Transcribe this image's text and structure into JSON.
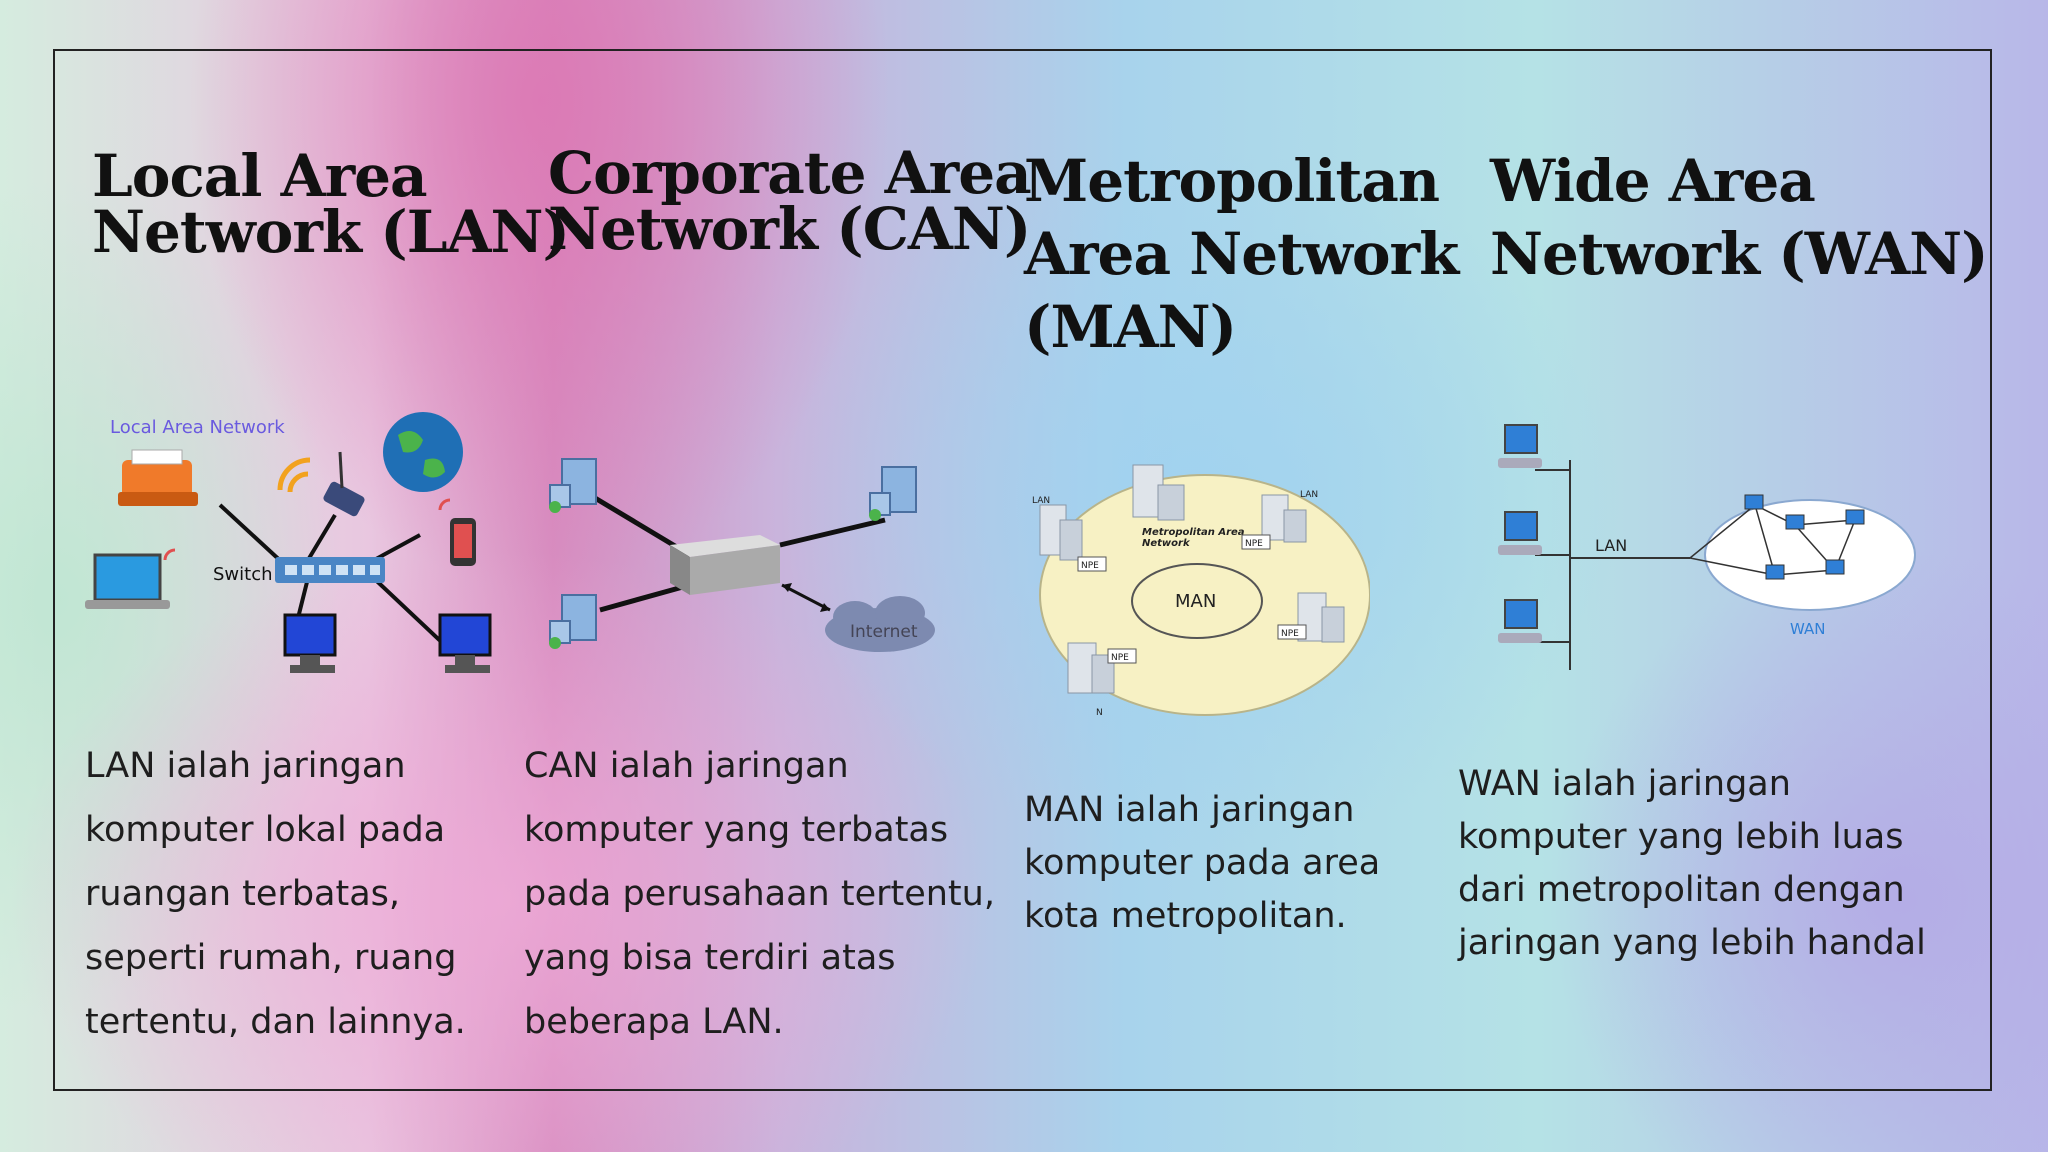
{
  "columns": [
    {
      "title": "Local Area\nNetwork (LAN)",
      "description": "LAN ialah jaringan\nkomputer lokal pada\nruangan terbatas,\nseperti rumah, ruang\ntertentu, dan lainnya.",
      "diagram_labels": {
        "caption": "Local Area Network",
        "switch": "Switch"
      }
    },
    {
      "title": "Corporate Area\nNetwork (CAN)",
      "description": "CAN ialah jaringan\nkomputer yang terbatas\npada perusahaan tertentu,\nyang bisa terdiri atas\nbeberapa LAN.",
      "diagram_labels": {
        "cloud": "Internet"
      }
    },
    {
      "title": "Metropolitan\nArea Network\n(MAN)",
      "description": "MAN ialah jaringan\nkomputer pada area\nkota metropolitan.",
      "diagram_labels": {
        "center": "MAN",
        "heading": "Metropolitan Area\nNetwork",
        "node": "NPE",
        "lan": "LAN",
        "lan_short": "N"
      }
    },
    {
      "title": "Wide Area\nNetwork (WAN)",
      "description": "WAN ialah jaringan\nkomputer yang lebih luas\ndari metropolitan dengan\njaringan yang lebih handal",
      "diagram_labels": {
        "lan": "LAN",
        "wan": "WAN"
      }
    }
  ]
}
